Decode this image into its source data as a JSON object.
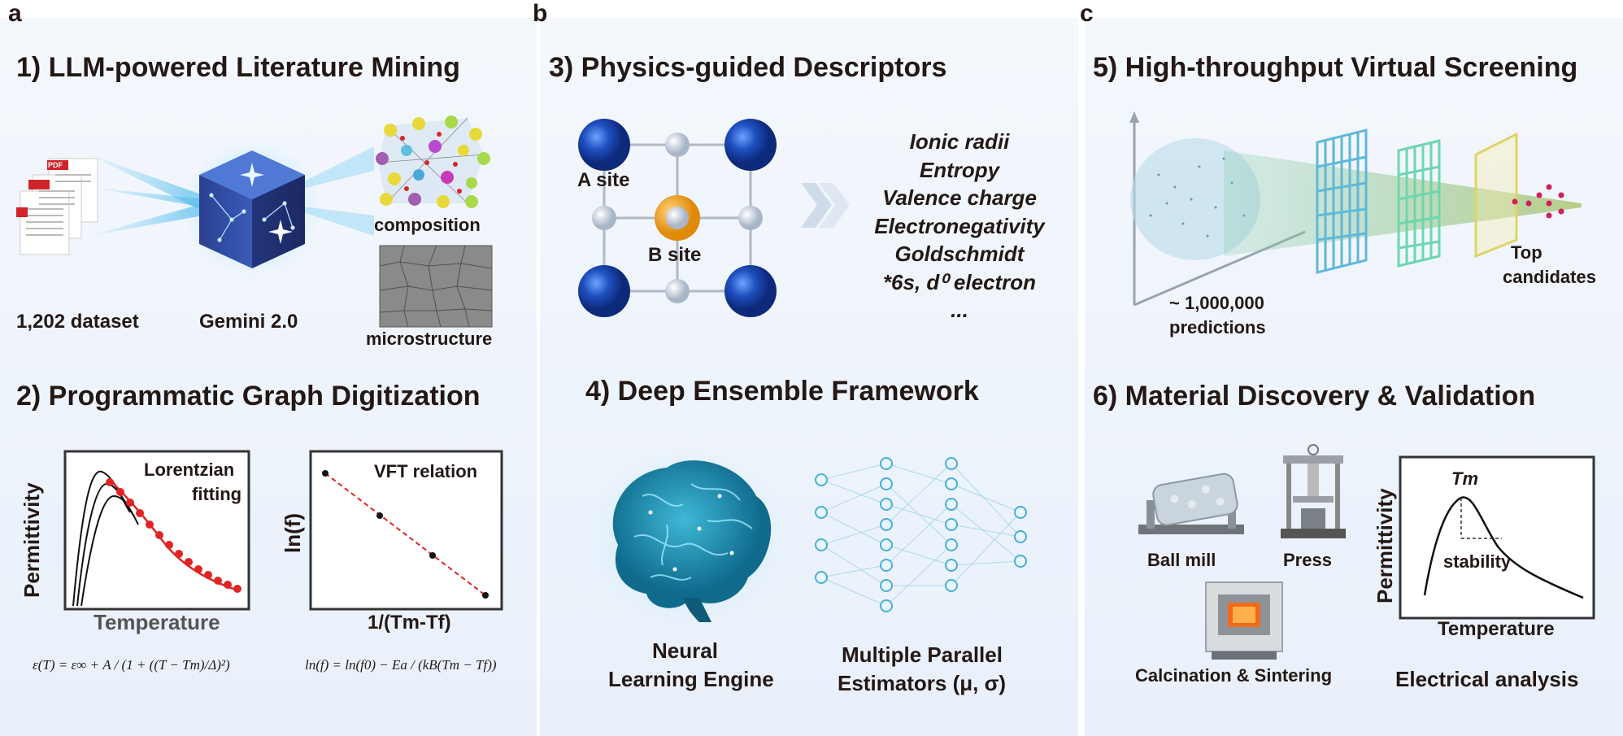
{
  "panel_a": {
    "letter": "a",
    "section1_title": "1) LLM-powered Literature Mining",
    "pdf_label": "PDF",
    "dataset_label": "1,202 dataset",
    "model_label": "Gemini 2.0",
    "composition_label": "composition",
    "microstructure_label": "microstructure",
    "section2_title": "2) Programmatic Graph Digitization",
    "plot1": {
      "ylabel": "Permittivity",
      "xlabel": "Temperature",
      "annotation_line1": "Lorentzian",
      "annotation_line2": "fitting"
    },
    "plot2": {
      "ylabel": "ln(f)",
      "xlabel": "1/(Tm-Tf)",
      "annotation": "VFT relation"
    },
    "eq1": "ε(T) = ε∞ + A / (1 + ((T − Tm)/Δ)²)",
    "eq2": "ln(f) = ln(f0) − Ea / (kB(Tm − Tf))"
  },
  "panel_b": {
    "letter": "b",
    "section3_title": "3) Physics-guided Descriptors",
    "a_site_label": "A site",
    "b_site_label": "B site",
    "descriptors": [
      "Ionic radii",
      "Entropy",
      "Valence charge",
      "Electronegativity",
      "Goldschmidt",
      "*6s, d⁰ electron",
      "..."
    ],
    "section4_title": "4) Deep Ensemble Framework",
    "brain_label_line1": "Neural",
    "brain_label_line2": "Learning Engine",
    "network_label_line1": "Multiple Parallel",
    "network_label_line2": "Estimators (μ, σ)"
  },
  "panel_c": {
    "letter": "c",
    "section5_title": "5) High-throughput Virtual Screening",
    "predictions_line1": "~ 1,000,000",
    "predictions_line2": "predictions",
    "top_line1": "Top",
    "top_line2": "candidates",
    "section6_title": "6) Material Discovery & Validation",
    "ball_mill_label": "Ball mill",
    "press_label": "Press",
    "calcination_label": "Calcination & Sintering",
    "plot": {
      "ylabel": "Permittivity",
      "xlabel": "Temperature",
      "tm_label": "Tm",
      "stability_label": "stability"
    },
    "electrical_label": "Electrical analysis"
  },
  "colors": {
    "accent_blue": "#1f5fa8",
    "red": "#e02424",
    "cyan": "#5bc3e6"
  }
}
